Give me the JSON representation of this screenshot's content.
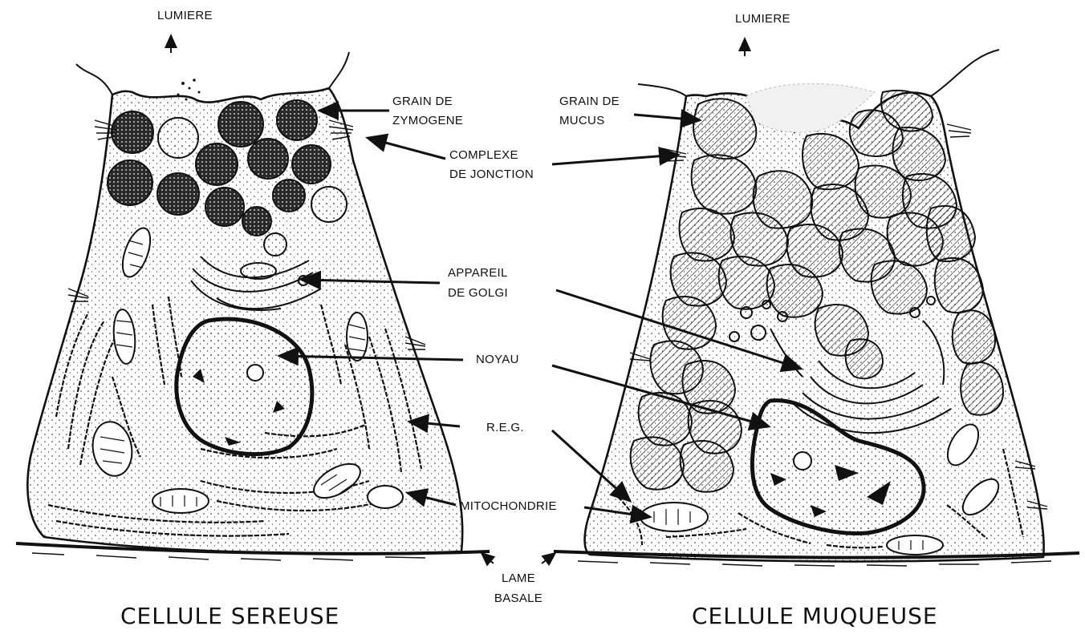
{
  "left_cell": {
    "title": "CELLULE SEREUSE",
    "lumen_label": "LUMIERE"
  },
  "right_cell": {
    "title": "CELLULE MUQUEUSE",
    "lumen_label": "LUMIERE"
  },
  "labels": {
    "zymogen_1": "GRAIN DE",
    "zymogen_2": "ZYMOGENE",
    "mucus_1": "GRAIN DE",
    "mucus_2": "MUCUS",
    "junction_1": "COMPLEXE",
    "junction_2": "DE JONCTION",
    "golgi_1": "APPAREIL",
    "golgi_2": "DE GOLGI",
    "nucleus": "NOYAU",
    "reg": "R.E.G.",
    "mito": "MITOCHONDRIE",
    "basal_1": "LAME",
    "basal_2": "BASALE"
  },
  "colors": {
    "ink": "#111111",
    "paper": "#ffffff"
  }
}
